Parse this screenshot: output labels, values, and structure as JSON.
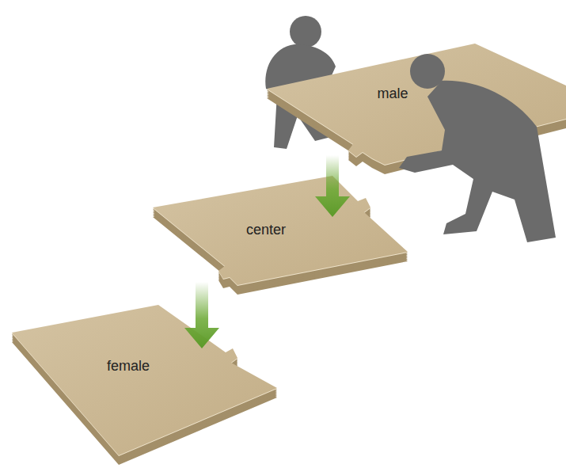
{
  "diagram": {
    "nodes": [
      {
        "text": [
          "male"
        ]
      },
      {
        "text": [
          "center"
        ]
      },
      {
        "text": [
          "female"
        ]
      }
    ],
    "edges": [
      {
        "from": 0,
        "to": 1,
        "arrow": "to"
      },
      {
        "from": 1,
        "to": 2,
        "arrow": "to"
      }
    ]
  }
}
